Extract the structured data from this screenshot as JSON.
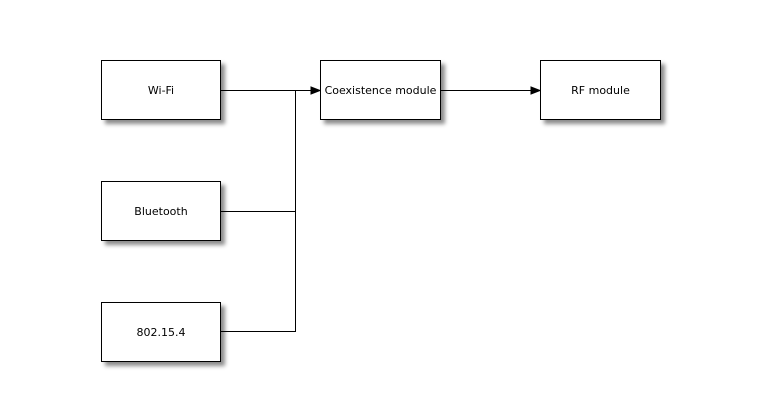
{
  "diagram": {
    "nodes": [
      {
        "id": "wifi",
        "label": "Wi-Fi"
      },
      {
        "id": "bluetooth",
        "label": "Bluetooth"
      },
      {
        "id": "zigbee",
        "label": "802.15.4"
      },
      {
        "id": "coexistence",
        "label": "Coexistence module"
      },
      {
        "id": "rf",
        "label": "RF module"
      }
    ],
    "edges": [
      {
        "from": "Wi-Fi",
        "to": "Coexistence module",
        "arrow": true
      },
      {
        "from": "Bluetooth",
        "to": "Coexistence module",
        "arrow": true,
        "joins_trunk": true
      },
      {
        "from": "802.15.4",
        "to": "Coexistence module",
        "arrow": true,
        "joins_trunk": true
      },
      {
        "from": "Coexistence module",
        "to": "RF module",
        "arrow": true
      }
    ],
    "colors": {
      "background": "#ffffff",
      "node_fill": "#ffffff",
      "node_border": "#000000",
      "edge": "#000000",
      "text": "#000000"
    }
  }
}
